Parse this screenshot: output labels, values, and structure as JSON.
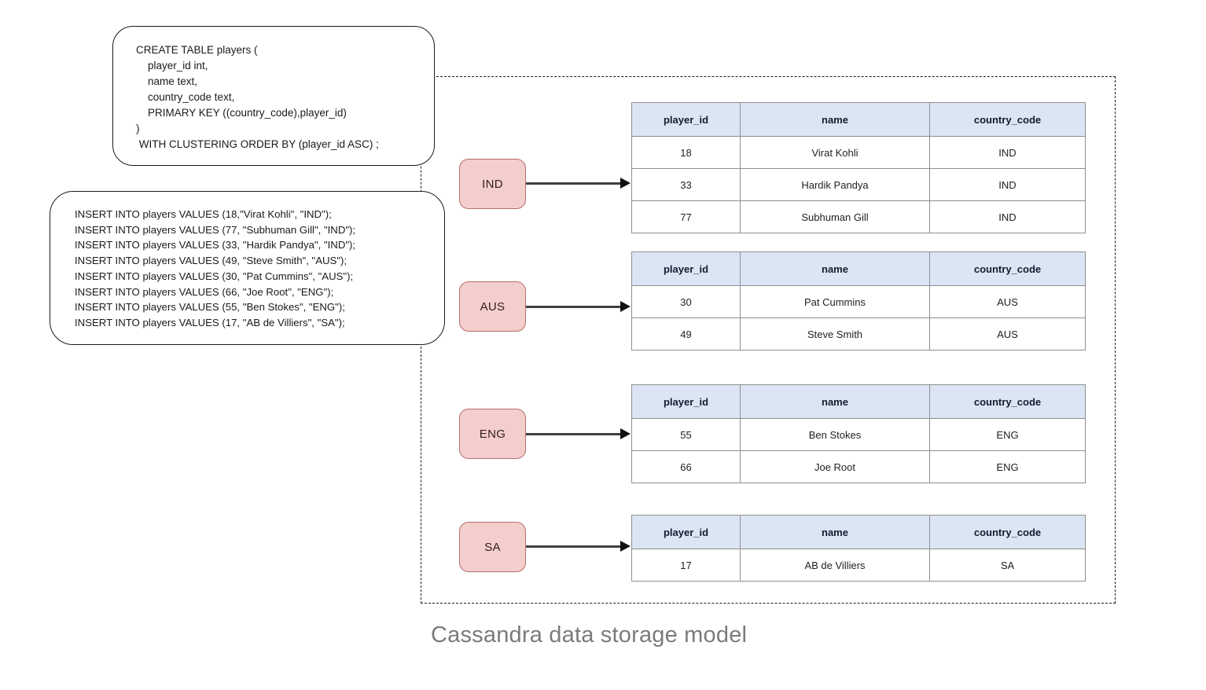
{
  "caption": "Cassandra data storage model",
  "create_table_box": {
    "lines": [
      "CREATE TABLE players (",
      "    player_id int,",
      "    name text,",
      "    country_code text,",
      "    PRIMARY KEY ((country_code),player_id)",
      ")",
      " WITH CLUSTERING ORDER BY (player_id ASC) ;"
    ]
  },
  "insert_box": {
    "lines": [
      "INSERT INTO players VALUES (18,\"Virat Kohli\", \"IND\");",
      "INSERT INTO players VALUES (77, \"Subhuman Gill\", \"IND\");",
      "INSERT INTO players VALUES (33, \"Hardik Pandya\", \"IND\");",
      "INSERT INTO players VALUES (49, \"Steve Smith\", \"AUS\");",
      "INSERT INTO players VALUES (30, \"Pat Cummins\", \"AUS\");",
      "INSERT INTO players VALUES (66, \"Joe Root\", \"ENG\");",
      "INSERT INTO players VALUES (55, \"Ben Stokes\", \"ENG\");",
      "INSERT INTO players VALUES (17, \"AB de Villiers\", \"SA\");"
    ]
  },
  "columns": [
    "player_id",
    "name",
    "country_code"
  ],
  "partitions": [
    {
      "key": "IND",
      "rows": [
        [
          "18",
          "Virat Kohli",
          "IND"
        ],
        [
          "33",
          "Hardik Pandya",
          "IND"
        ],
        [
          "77",
          "Subhuman Gill",
          "IND"
        ]
      ]
    },
    {
      "key": "AUS",
      "rows": [
        [
          "30",
          "Pat Cummins",
          "AUS"
        ],
        [
          "49",
          "Steve Smith",
          "AUS"
        ]
      ]
    },
    {
      "key": "ENG",
      "rows": [
        [
          "55",
          "Ben Stokes",
          "ENG"
        ],
        [
          "66",
          "Joe Root",
          "ENG"
        ]
      ]
    },
    {
      "key": "SA",
      "rows": [
        [
          "17",
          "AB de Villiers",
          "SA"
        ]
      ]
    }
  ],
  "colors": {
    "partition_fill": "#f4cecc",
    "partition_border": "#b2706c",
    "table_header_fill": "#dbe5f4",
    "table_border": "#8f8f8f",
    "dashed_border": "#1a1a1a",
    "arrow": "#3f3f3f",
    "caption_text": "#7b7b7b"
  }
}
